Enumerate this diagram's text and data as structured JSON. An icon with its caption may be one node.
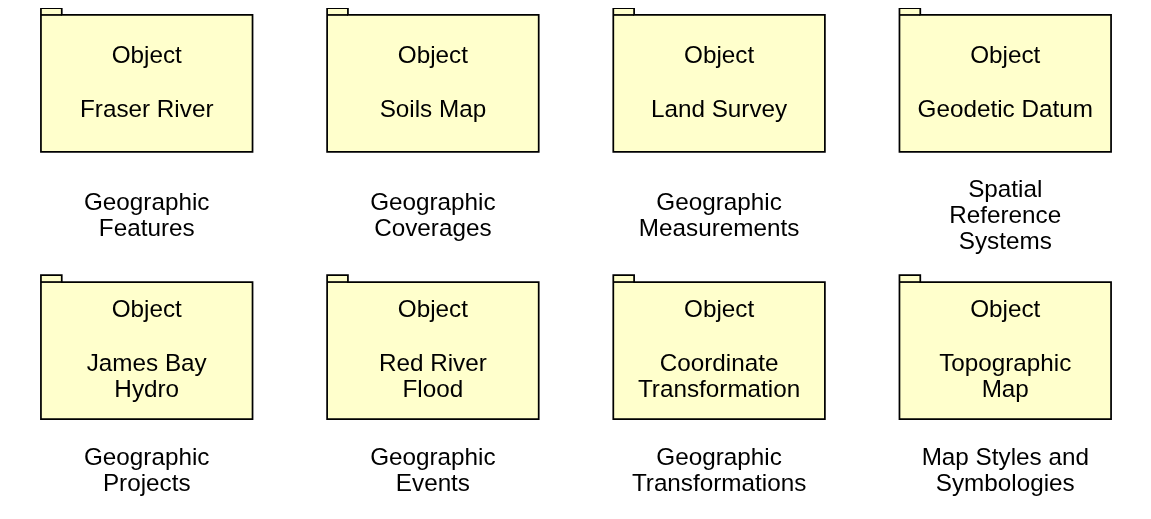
{
  "diagram": {
    "nodes": [
      {
        "text": [
          "Object",
          "Fraser River"
        ],
        "beside": [
          "Geographic Features"
        ]
      },
      {
        "text": [
          "Object",
          "Soils Map"
        ],
        "beside": [
          "Geographic Coverages"
        ]
      },
      {
        "text": [
          "Object",
          "Land Survey"
        ],
        "beside": [
          "Geographic Measurements"
        ]
      },
      {
        "text": [
          "Object",
          "Geodetic Datum"
        ],
        "beside": [
          "Spatial Reference Systems"
        ]
      },
      {
        "text": [
          "Object",
          "James Bay Hydro"
        ],
        "beside": [
          "Geographic Projects"
        ]
      },
      {
        "text": [
          "Object",
          "Red River Flood"
        ],
        "beside": [
          "Geographic Events"
        ]
      },
      {
        "text": [
          "Object",
          "Coordinate Transformation"
        ],
        "beside": [
          "Geographic Transformations"
        ]
      },
      {
        "text": [
          "Object",
          "Topographic Map"
        ],
        "beside": [
          "Map Styles and Symbologies"
        ]
      }
    ],
    "edges": []
  }
}
